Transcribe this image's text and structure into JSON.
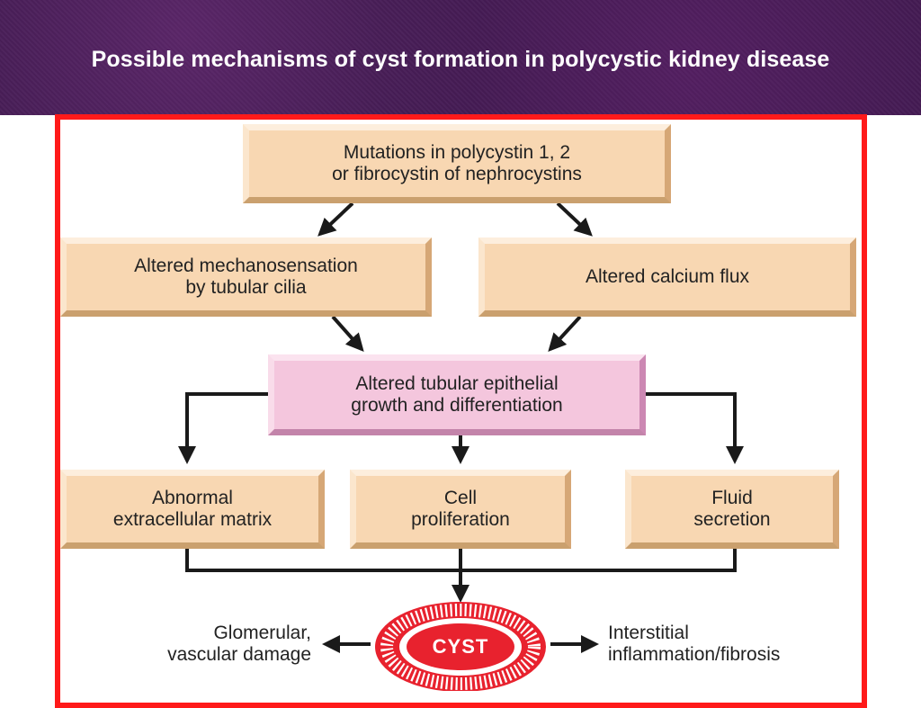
{
  "slide": {
    "title": "Possible mechanisms of cyst formation in polycystic kidney disease"
  },
  "diagram": {
    "mutations": "Mutations in polycystin 1, 2\nor fibrocystin of nephrocystins",
    "mechanosensation": "Altered mechanosensation\nby tubular cilia",
    "calcium": "Altered calcium flux",
    "epithelial": "Altered tubular epithelial\ngrowth and differentiation",
    "matrix": "Abnormal\nextracellular matrix",
    "proliferation": "Cell\nproliferation",
    "secretion": "Fluid\nsecretion",
    "cyst": "CYST",
    "glomerular": "Glomerular,\nvascular damage",
    "interstitial": "Interstitial\ninflammation/fibrosis"
  },
  "colors": {
    "frame": "#ff1a1a",
    "box_tan": "#f8d7b2",
    "box_pink": "#f4c6dd",
    "cyst_red": "#e8222e",
    "banner_purple": "#3f1a4f"
  }
}
